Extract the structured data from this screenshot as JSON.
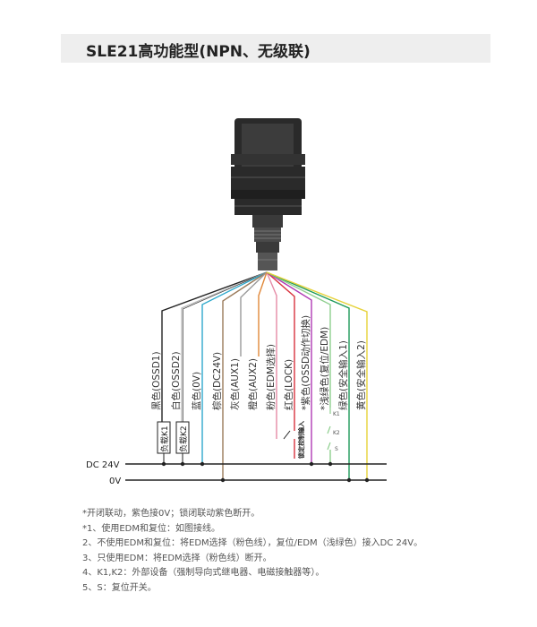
{
  "title": "SLE21高功能型(NPN、无级联)",
  "wires": [
    {
      "id": "black",
      "label": "黑色(OSSD1)",
      "color": "#222222"
    },
    {
      "id": "white",
      "label": "白色(OSSD2)",
      "color": "#bbbbbb"
    },
    {
      "id": "blue",
      "label": "蓝色(0V)",
      "color": "#2fa9cc"
    },
    {
      "id": "brown",
      "label": "棕色(DC24V)",
      "color": "#9a7a5a"
    },
    {
      "id": "gray",
      "label": "灰色(AUX1)",
      "color": "#999999"
    },
    {
      "id": "orange",
      "label": "橙色(AUX2)",
      "color": "#e0883a"
    },
    {
      "id": "pink",
      "label": "粉色(EDM选择)",
      "color": "#e58aa6"
    },
    {
      "id": "red",
      "label": "红色(LOCK)",
      "color": "#d9333f"
    },
    {
      "id": "purple",
      "label": "*紫色(OSSD动作切换)",
      "color": "#b03ab5"
    },
    {
      "id": "lightgreen",
      "label": "*浅绿色(复位/EDM)",
      "color": "#8fcf8f"
    },
    {
      "id": "green",
      "label": "绿色(安全输入1)",
      "color": "#1e9a5a"
    },
    {
      "id": "yellow",
      "label": "黄色(安全输入2)",
      "color": "#e6d23a"
    }
  ],
  "loads": [
    "负载K1",
    "负载K2"
  ],
  "lock_input_label": "锁定控制输入",
  "switch_labels": [
    "K1",
    "K2",
    "S"
  ],
  "bus": {
    "dc24v": "DC 24V",
    "zero_v": "0V"
  },
  "notes": [
    "*开闭联动，紫色接0V；锁闭联动紫色断开。",
    "*1、使用EDM和复位：如图接线。",
    "2、不使用EDM和复位：将EDM选择（粉色线），复位/EDM（浅绿色）接入DC 24V。",
    "3、只使用EDM：将EDM选择（粉色线）断开。",
    "4、K1,K2：外部设备（强制导向式继电器、电磁接触器等）。",
    "5、S：复位开关。"
  ]
}
